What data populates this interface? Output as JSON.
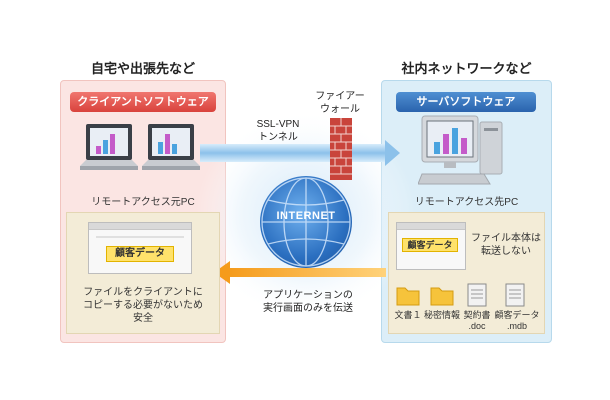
{
  "left_zone": {
    "heading": "自宅や出張先など",
    "software_label": "クライアントソフトウェア",
    "pc_caption": "リモートアクセス元PC",
    "window_tag": "顧客データ",
    "note": "ファイルをクライアントに\nコピーする必要がないため\n安全"
  },
  "middle": {
    "firewall_label": "ファイアー\nウォール",
    "tunnel_label": "SSL-VPN\nトンネル",
    "internet_label": "INTERNET",
    "transfer_label": "アプリケーションの\n実行画面のみを伝送"
  },
  "right_zone": {
    "heading": "社内ネットワークなど",
    "software_label": "サーバソフトウェア",
    "pc_caption": "リモートアクセス先PC",
    "window_tag": "顧客データ",
    "note": "ファイル本体は\n転送しない",
    "files": [
      {
        "label": "文書１",
        "icon": "folder-icon"
      },
      {
        "label": "秘密情報",
        "icon": "folder-icon"
      },
      {
        "label": "契約書\n.doc",
        "icon": "document-icon"
      },
      {
        "label": "顧客データ\n.mdb",
        "icon": "document-icon"
      }
    ]
  },
  "colors": {
    "left_accent": "#e0524b",
    "right_accent": "#2f6db5",
    "arrow_orange": "#f5a623",
    "tunnel_blue": "#7fb6e6"
  }
}
